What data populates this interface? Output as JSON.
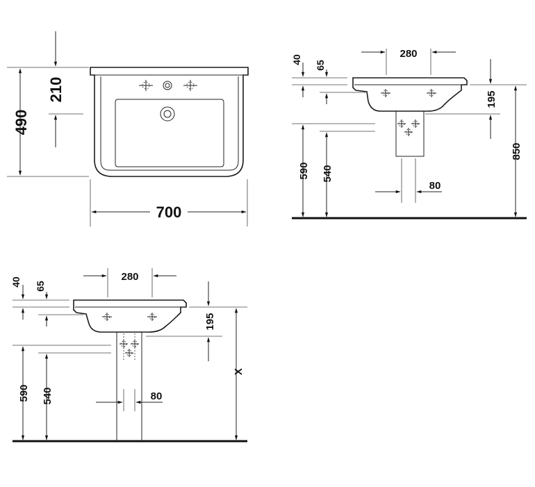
{
  "top_view": {
    "height_total": "490",
    "depth_to_tap": "210",
    "width": "700"
  },
  "side_view_1": {
    "d40": "40",
    "d65": "65",
    "d280": "280",
    "d195": "195",
    "d590": "590",
    "d540": "540",
    "d80": "80",
    "d850": "850"
  },
  "side_view_2": {
    "d40": "40",
    "d65": "65",
    "d280": "280",
    "d195": "195",
    "d590": "590",
    "d540": "540",
    "d80": "80",
    "dx": "X"
  }
}
